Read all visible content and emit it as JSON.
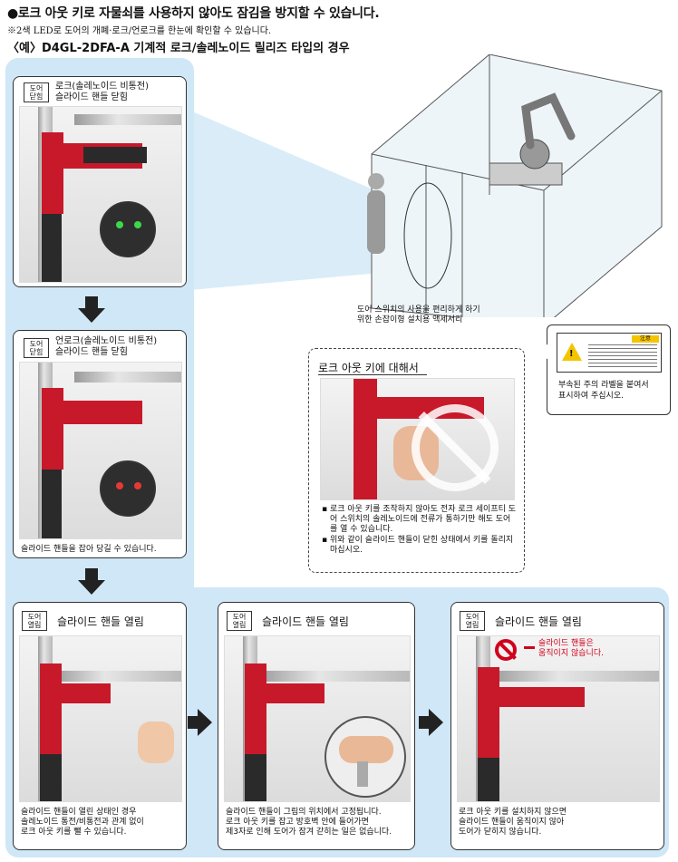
{
  "header": {
    "title": "●로크 아웃 키로 자물쇠를 사용하지 않아도 잠김을 방지할 수 있습니다.",
    "note": "※2색 LED로 도어의 개폐·로크/언로크를 한눈에 확인할 수 있습니다.",
    "subtitle": "〈예〉D4GL-2DFA-A 기계적 로크/솔레노이드 릴리즈 타입의 경우"
  },
  "step1": {
    "tag": "도어\n닫힘",
    "title": "로크(솔레노이드 비통전)\n슬라이드 핸들 닫힘"
  },
  "step2": {
    "tag": "도어\n닫힘",
    "title": "언로크(솔레노이드 비통전)\n슬라이드 핸들 닫힘",
    "caption": "슬라이드 핸들을 잡아 당길 수 있습니다."
  },
  "step3": {
    "tag": "도어\n열림",
    "title": "슬라이드 핸들 열림",
    "caption": "슬라이드 핸들이 열린 상태인 경우\n솔레노이드 통전/비통전과 관계 없이\n로크 아웃 키를 뺄 수 있습니다."
  },
  "step4": {
    "tag": "도어\n열림",
    "title": "슬라이드 핸들 열림",
    "caption": "슬라이드 핸들이 그림의 위치에서 고정됩니다.\n로크 아웃 키를 잡고 방호벽 안에 들어가면\n제3자로 인해 도어가 잠겨 갇히는 일은 없습니다."
  },
  "step5": {
    "tag": "도어\n열림",
    "title": "슬라이드 핸들 열림",
    "warning": "슬라이드 핸들은\n움직이지 않습니다.",
    "caption": "로크 아웃 키를 설치하지 않으면\n슬라이드 핸들이 움직이지 않아\n도어가 닫히지 않습니다."
  },
  "illustration": {
    "caption": "도어 스위치의 사용을 편리하게 하기\n위한 손잡이형 설치용 액세서리"
  },
  "lockout": {
    "title": "로크 아웃 키에 대해서",
    "bullets": [
      "로크 아웃 키를 조작하지 않아도 전자 로크 세이프티 도어 스위치의 솔레노이드에 전류가 통하기만 해도 도어를 열 수 있습니다.",
      "위와 같이 슬라이드 핸들이 닫힌 상태에서 키를 돌리지 마십시오."
    ]
  },
  "label": {
    "caption": "부속된 주의 라벨을 붙여서\n표시하여 주십시오.",
    "badge": "注意"
  }
}
